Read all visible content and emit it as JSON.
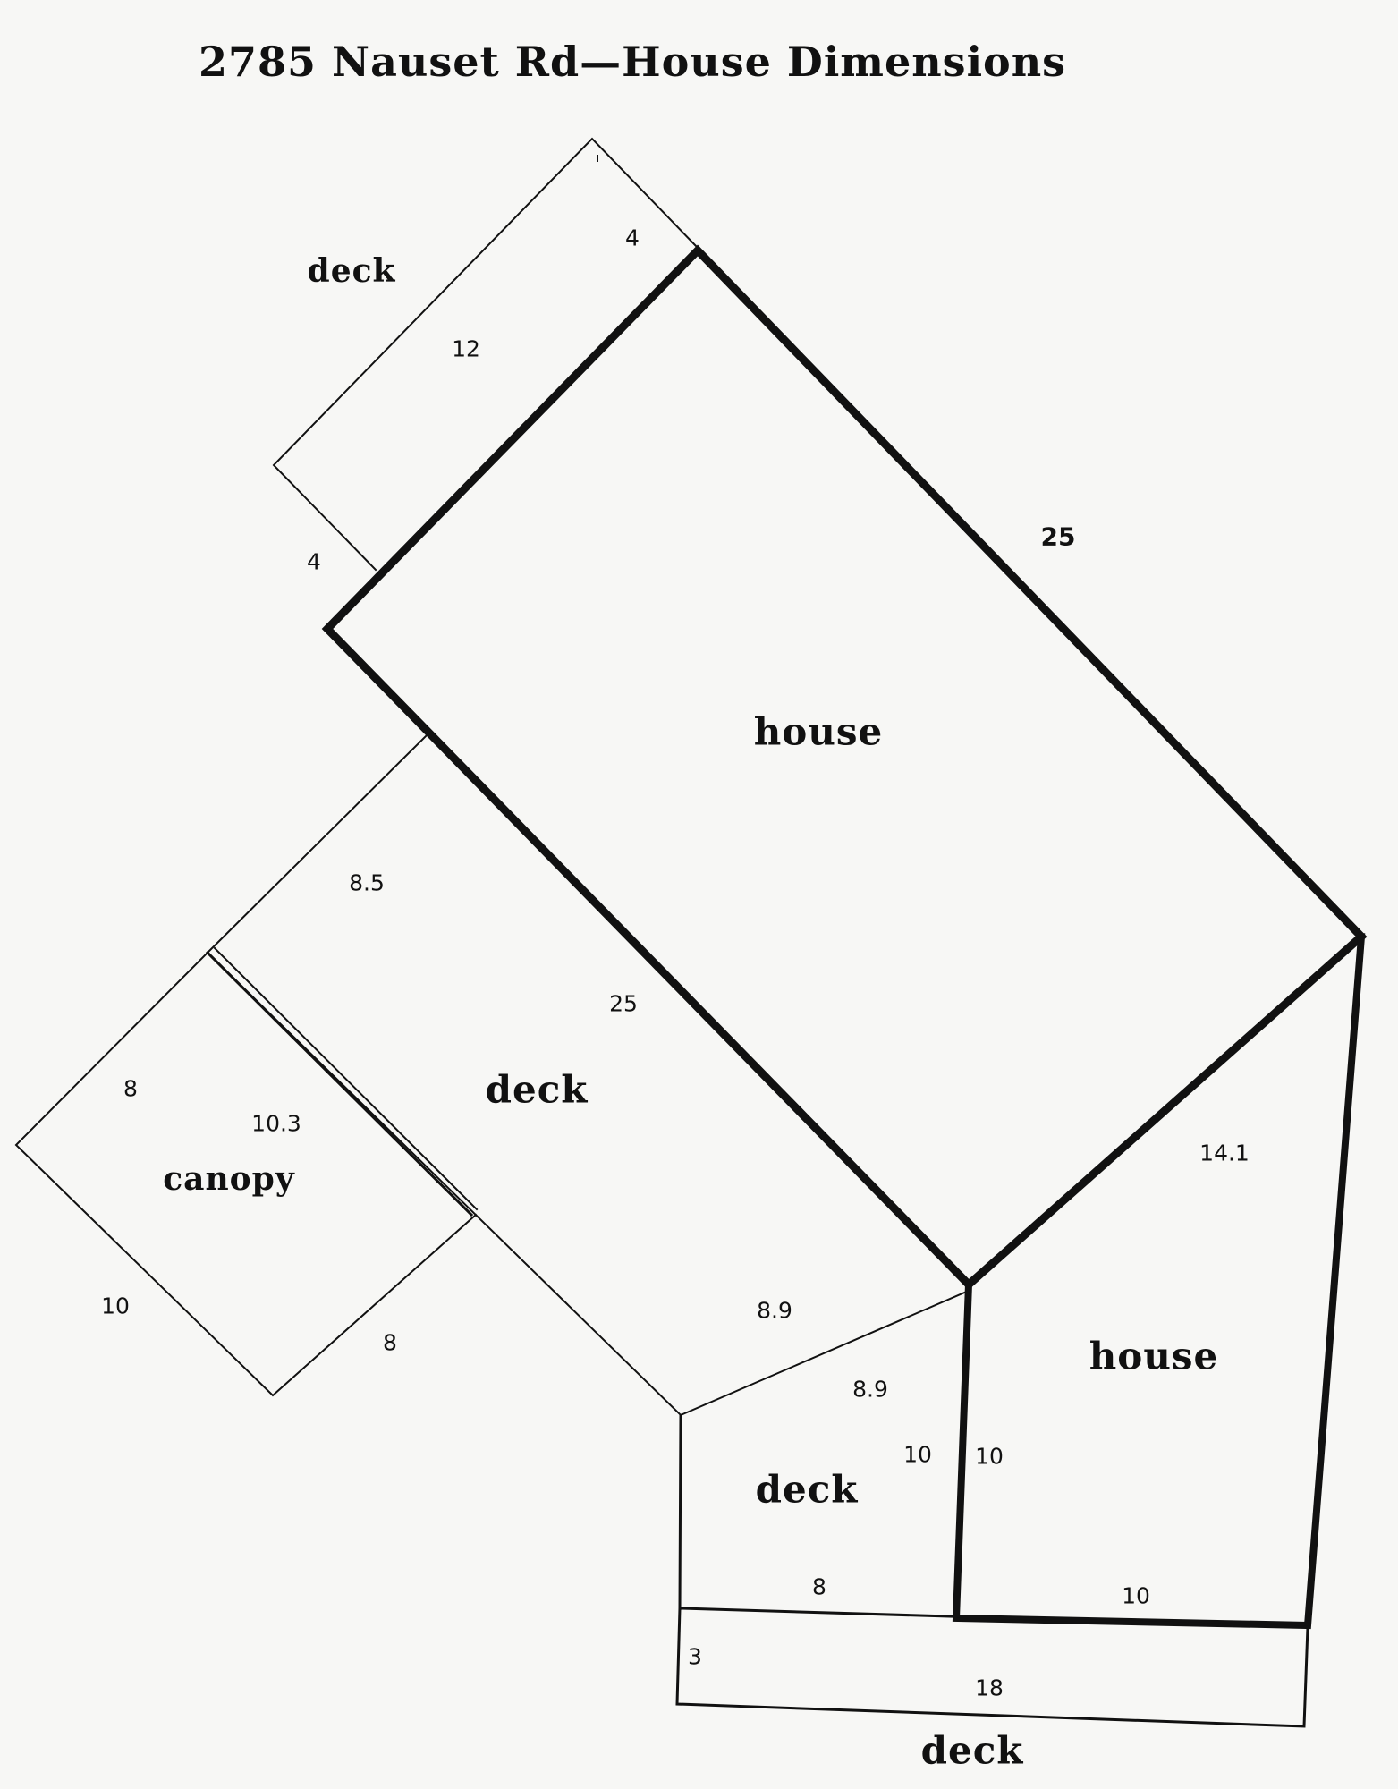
{
  "title": "2785 Nauset Rd—House Dimensions",
  "areas": {
    "deck_top": "deck",
    "house_main": "house",
    "deck_middle": "deck",
    "canopy": "canopy",
    "deck_small": "deck",
    "house_annex": "house",
    "deck_bottom": "deck"
  },
  "dimensions": {
    "deck_top_width_upper": "4",
    "deck_top_length": "12",
    "deck_top_width_lower": "4",
    "house_main_length": "25",
    "deck_middle_width": "8.5",
    "deck_middle_length": "25",
    "canopy_width": "8",
    "canopy_length": "10.3",
    "canopy_side": "10",
    "canopy_bottom": "8",
    "deck_middle_diag": "8.9",
    "deck_small_diag": "8.9",
    "deck_small_right": "10",
    "house_annex_left": "10",
    "house_annex_right": "14.1",
    "deck_small_bottom": "8",
    "house_annex_bottom": "10",
    "deck_bottom_width": "3",
    "deck_bottom_length": "18"
  }
}
